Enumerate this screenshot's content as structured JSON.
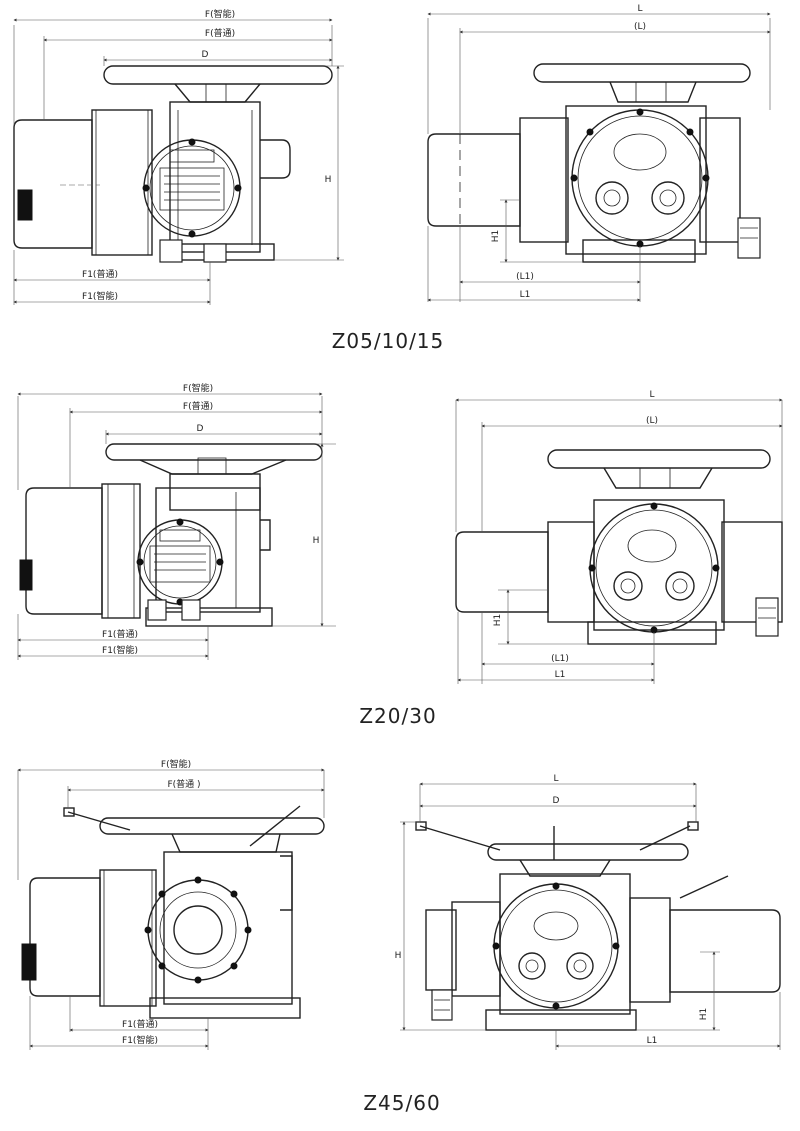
{
  "sections": [
    {
      "caption": "Z05/10/15",
      "side_view": {
        "f_smart": "F(智能)",
        "f_normal": "F(普通)",
        "d": "D",
        "h": "H",
        "f1_normal": "F1(普通)",
        "f1_smart": "F1(智能)"
      },
      "front_view": {
        "l": "L",
        "l_paren": "(L)",
        "h1": "H1",
        "l1_paren": "(L1)",
        "l1": "L1"
      }
    },
    {
      "caption": "Z20/30",
      "side_view": {
        "f_smart": "F(智能)",
        "f_normal": "F(普通)",
        "d": "D",
        "h": "H",
        "f1_normal": "F1(普通)",
        "f1_smart": "F1(智能)"
      },
      "front_view": {
        "l": "L",
        "l_paren": "(L)",
        "h1": "H1",
        "l1_paren": "(L1)",
        "l1": "L1"
      }
    },
    {
      "caption": "Z45/60",
      "side_view": {
        "f_smart": "F(智能)",
        "f_normal": "F(普通 )",
        "f1_normal": "F1(普通)",
        "f1_smart": "F1(智能)"
      },
      "front_view": {
        "l": "L",
        "d": "D",
        "h": "H",
        "h1": "H1",
        "l1": "L1"
      }
    }
  ]
}
